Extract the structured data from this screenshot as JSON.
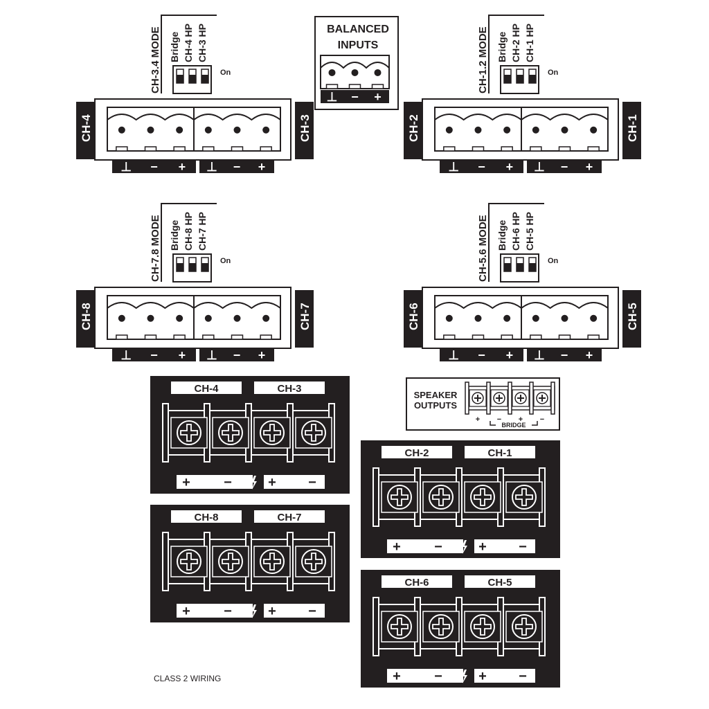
{
  "colors": {
    "ink": "#231f20",
    "paper": "#ffffff"
  },
  "balanced_inputs": {
    "title_line1": "BALANCED",
    "title_line2": "INPUTS",
    "pins": [
      "⊥",
      "−",
      "+"
    ]
  },
  "input_blocks": [
    {
      "left_channel": "CH-4",
      "right_channel": "CH-3",
      "mode_title": "CH-3.4 MODE",
      "switches": [
        "Bridge",
        "CH-4 HP",
        "CH-3 HP"
      ],
      "on_label": "On",
      "pins": [
        "⊥",
        "−",
        "+"
      ]
    },
    {
      "left_channel": "CH-2",
      "right_channel": "CH-1",
      "mode_title": "CH-1.2 MODE",
      "switches": [
        "Bridge",
        "CH-2 HP",
        "CH-1 HP"
      ],
      "on_label": "On",
      "pins": [
        "⊥",
        "−",
        "+"
      ]
    },
    {
      "left_channel": "CH-8",
      "right_channel": "CH-7",
      "mode_title": "CH-7.8 MODE",
      "switches": [
        "Bridge",
        "CH-8 HP",
        "CH-7 HP"
      ],
      "on_label": "On",
      "pins": [
        "⊥",
        "−",
        "+"
      ]
    },
    {
      "left_channel": "CH-6",
      "right_channel": "CH-5",
      "mode_title": "CH-5.6 MODE",
      "switches": [
        "Bridge",
        "CH-6 HP",
        "CH-5 HP"
      ],
      "on_label": "On",
      "pins": [
        "⊥",
        "−",
        "+"
      ]
    }
  ],
  "speaker_outputs": {
    "title_line1": "SPEAKER",
    "title_line2": "OUTPUTS",
    "pins": [
      "+",
      "−",
      "+",
      "−"
    ],
    "bridge_label": "BRIDGE"
  },
  "output_blocks": [
    {
      "left_channel": "CH-4",
      "right_channel": "CH-3",
      "pins": [
        "+",
        "−",
        "+",
        "−"
      ]
    },
    {
      "left_channel": "CH-8",
      "right_channel": "CH-7",
      "pins": [
        "+",
        "−",
        "+",
        "−"
      ]
    },
    {
      "left_channel": "CH-2",
      "right_channel": "CH-1",
      "pins": [
        "+",
        "−",
        "+",
        "−"
      ]
    },
    {
      "left_channel": "CH-6",
      "right_channel": "CH-5",
      "pins": [
        "+",
        "−",
        "+",
        "−"
      ]
    }
  ],
  "footer": {
    "note": "CLASS 2 WIRING"
  }
}
